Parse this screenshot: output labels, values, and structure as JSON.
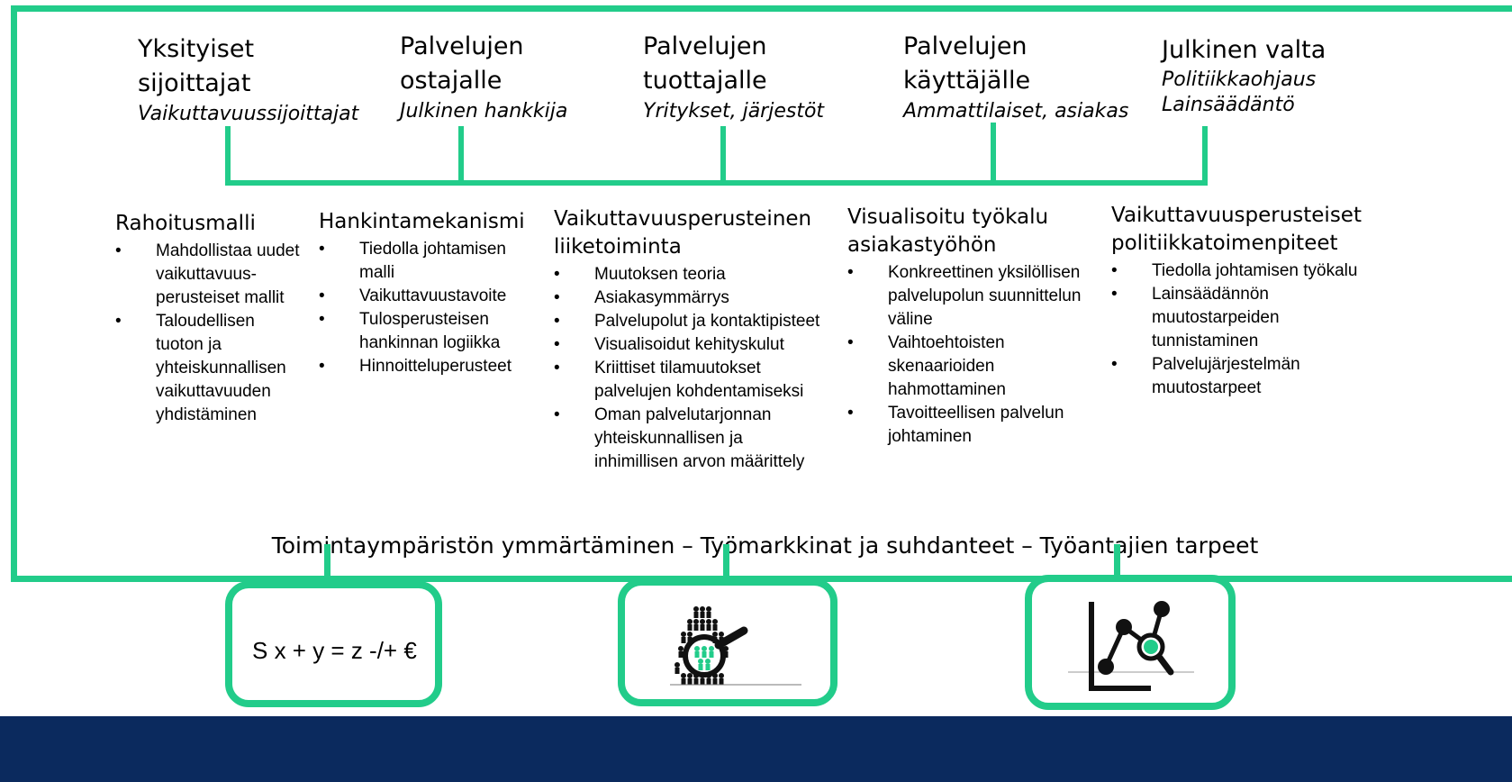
{
  "colors": {
    "accent": "#22cc8a",
    "navy": "#0b2a5e"
  },
  "stakeholders": [
    {
      "title_lines": [
        "Yksityiset",
        "sijoittajat"
      ],
      "subtitle_lines": [
        "Vaikuttavuussijoittajat"
      ]
    },
    {
      "title_lines": [
        "Palvelujen",
        "ostajalle"
      ],
      "subtitle_lines": [
        "Julkinen hankkija"
      ]
    },
    {
      "title_lines": [
        "Palvelujen",
        "tuottajalle"
      ],
      "subtitle_lines": [
        "Yritykset, järjestöt"
      ]
    },
    {
      "title_lines": [
        "Palvelujen",
        "käyttäjälle"
      ],
      "subtitle_lines": [
        "Ammattilaiset, asiakas"
      ]
    },
    {
      "title_lines": [
        "Julkinen valta"
      ],
      "subtitle_lines": [
        "Politiikkaohjaus",
        "Lainsäädäntö"
      ]
    }
  ],
  "columns": [
    {
      "heading_lines": [
        "Rahoitusmalli"
      ],
      "bullets": [
        [
          "Mahdollistaa uudet",
          "vaikuttavuus-",
          "perusteiset mallit"
        ],
        [
          "Taloudellisen",
          "tuoton ja",
          "yhteiskunnallisen",
          "vaikuttavuuden",
          "yhdistäminen"
        ]
      ]
    },
    {
      "heading_lines": [
        "Hankintamekanismi"
      ],
      "bullets": [
        [
          "Tiedolla johtamisen",
          "malli"
        ],
        [
          "Vaikuttavuustavoite"
        ],
        [
          "Tulosperusteisen",
          "hankinnan logiikka"
        ],
        [
          "Hinnoitteluperusteet"
        ]
      ]
    },
    {
      "heading_lines": [
        "Vaikuttavuusperusteinen",
        "liiketoiminta"
      ],
      "bullets": [
        [
          "Muutoksen teoria"
        ],
        [
          "Asiakasymmärrys"
        ],
        [
          "Palvelupolut ja kontaktipisteet"
        ],
        [
          "Visualisoidut kehityskulut"
        ],
        [
          "Kriittiset tilamuutokset",
          "palvelujen kohdentamiseksi"
        ],
        [
          "Oman palvelutarjonnan",
          "yhteiskunnallisen ja",
          "inhimillisen arvon määrittely"
        ]
      ]
    },
    {
      "heading_lines": [
        "Visualisoitu työkalu",
        "asiakastyöhön"
      ],
      "bullets": [
        [
          "Konkreettinen yksilöllisen",
          "palvelupolun suunnittelun",
          "väline"
        ],
        [
          "Vaihtoehtoisten",
          "skenaarioiden",
          "hahmottaminen"
        ],
        [
          "Tavoitteellisen palvelun",
          "johtaminen"
        ]
      ]
    },
    {
      "heading_lines": [
        "Vaikuttavuusperusteiset",
        "politiikkatoimenpiteet"
      ],
      "bullets": [
        [
          "Tiedolla johtamisen työkalu"
        ],
        [
          "Lainsäädännön",
          "muutostarpeiden",
          "tunnistaminen"
        ],
        [
          "Palvelujärjestelmän",
          "muutostarpeet"
        ]
      ]
    }
  ],
  "bottom_statement": "Toimintaympäristön ymmärtäminen – Työmarkkinat ja suhdanteet – Työantajien tarpeet",
  "boxes": [
    {
      "formula": "S x + y = z -/+ €",
      "icon": "formula"
    },
    {
      "icon": "people-magnifier-icon"
    },
    {
      "icon": "data-magnifier-icon"
    }
  ]
}
